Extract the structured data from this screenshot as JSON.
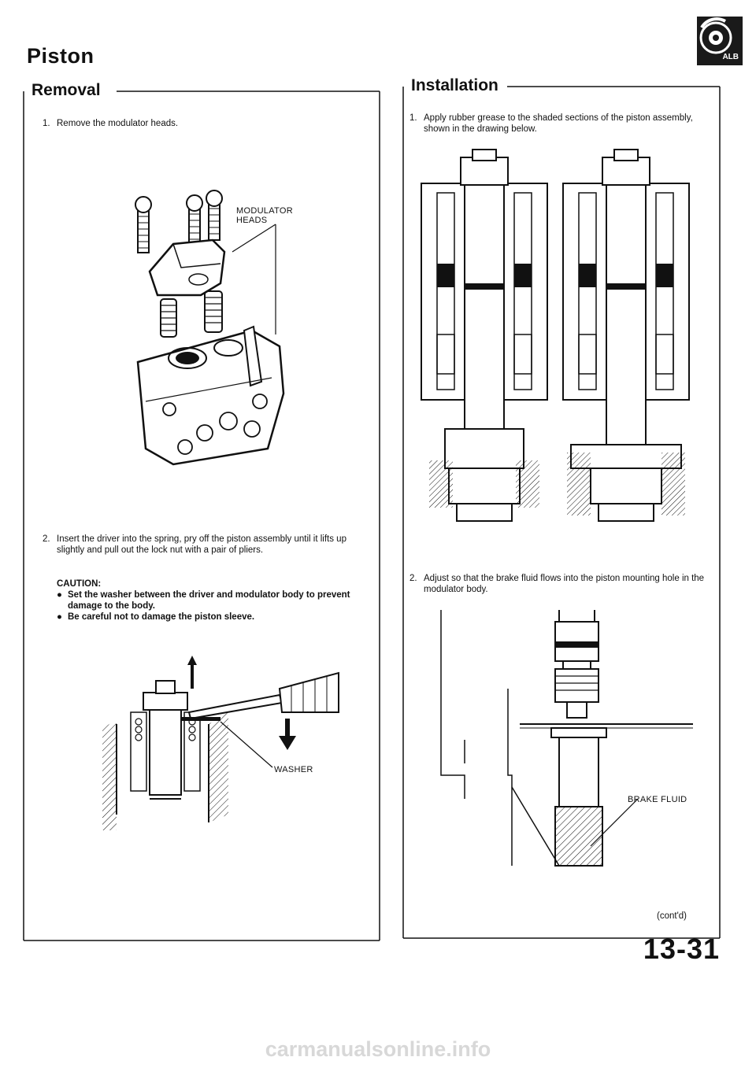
{
  "page": {
    "title": "Piston",
    "badge": "ALB",
    "page_number": "13-31",
    "footer_url": "carmanualsonline.info"
  },
  "removal": {
    "title": "Removal",
    "step1": {
      "num": "1.",
      "text": "Remove the modulator heads."
    },
    "fig1_label_line1": "MODULATOR",
    "fig1_label_line2": "HEADS",
    "step2": {
      "num": "2.",
      "text": "Insert the driver into the spring, pry off the piston assembly until it lifts up slightly and pull out the lock nut with a pair of pliers."
    },
    "caution_title": "CAUTION:",
    "caution_items": [
      "Set the washer between the driver and modulator body to prevent damage to the body.",
      "Be careful not to damage the piston sleeve."
    ],
    "fig2_label": "WASHER"
  },
  "installation": {
    "title": "Installation",
    "step1": {
      "num": "1.",
      "text": "Apply rubber grease to the shaded sections of the piston assembly, shown in the drawing below."
    },
    "step2": {
      "num": "2.",
      "text": "Adjust so that the brake fluid flows into the piston mounting hole in the modulator body."
    },
    "fig2_label": "BRAKE FLUID",
    "contd": "(cont'd)"
  },
  "icons": {
    "badge": "alb-logo-icon",
    "bullet": "bullet-icon"
  }
}
